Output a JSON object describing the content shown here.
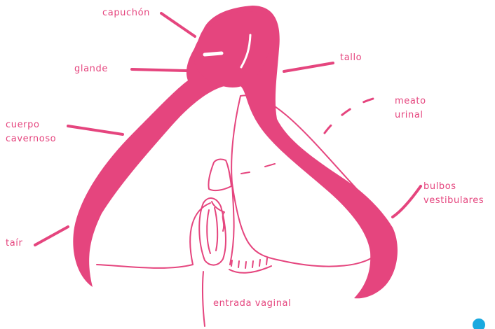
{
  "accent_color": "#e5457e",
  "line_color": "#e5457e",
  "corner_dot_color": "#1aa9df",
  "labels": {
    "capuchon": "capuchón",
    "glande": "glande",
    "tallo": "tallo",
    "meato_line1": "meato",
    "meato_line2": "urinal",
    "cuerpo_line1": "cuerpo",
    "cuerpo_line2": "cavernoso",
    "bulbos_line1": "bulbos",
    "bulbos_line2": "vestibulares",
    "tair": "taír",
    "entrada": "entrada vaginal"
  }
}
